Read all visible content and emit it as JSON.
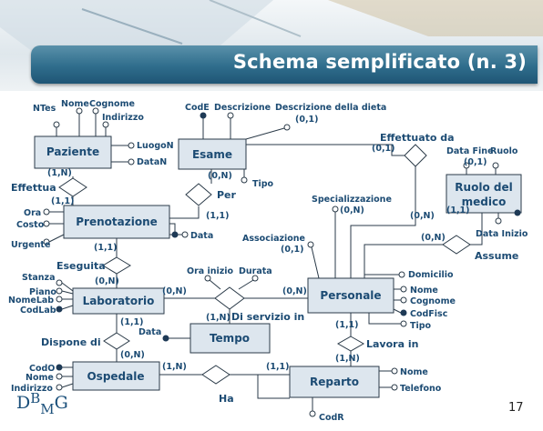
{
  "slide": {
    "title": "Schema semplificato (n. 3)",
    "page_number": "17",
    "logo": {
      "d": "D",
      "b": "B",
      "m": "M",
      "g": "G"
    }
  },
  "diagram": {
    "entities": {
      "paziente": "Paziente",
      "esame": "Esame",
      "ruolo": "Ruolo del medico",
      "prenotazione": "Prenotazione",
      "laboratorio": "Laboratorio",
      "personale": "Personale",
      "tempo": "Tempo",
      "ospedale": "Ospedale",
      "reparto": "Reparto"
    },
    "relationships": {
      "effettua": "Effettua",
      "per": "Per",
      "effettuato_da": "Effettuato da",
      "assume": "Assume",
      "eseguita": "Eseguita",
      "di_servizio_in": "Di servizio in",
      "lavora_in": "Lavora in",
      "dispone_di": "Dispone di",
      "ha": "Ha"
    },
    "attributes": {
      "ntes": "NTes",
      "nome_paz": "Nome",
      "cognome_paz": "Cognome",
      "indirizzo_paz": "Indirizzo",
      "luogon": "LuogoN",
      "datan": "DataN",
      "code": "CodE",
      "descrizione": "Descrizione",
      "descr_dieta": "Descrizione della dieta",
      "descr_dieta_card": "(0,1)",
      "tipo_esame": "Tipo",
      "data_fine": "Data Fine",
      "data_fine_card": "(0,1)",
      "ruolo": "Ruolo",
      "data_inizio": "Data Inizio",
      "ora": "Ora",
      "costo": "Costo",
      "urgente": "Urgente",
      "data_pren": "Data",
      "stanza": "Stanza",
      "piano": "Piano",
      "nomelab": "NomeLab",
      "codlab": "CodLab",
      "ora_inizio": "Ora inizio",
      "durata": "Durata",
      "specializzazione": "Specializzazione",
      "spec_card": "(0,N)",
      "associazione": "Associazione",
      "assoc_card": "(0,1)",
      "domicilio": "Domicilio",
      "nome_pers": "Nome",
      "cognome_pers": "Cognome",
      "codfisc": "CodFisc",
      "tipo_pers": "Tipo",
      "data_tempo": "Data",
      "codo": "CodO",
      "nome_osp": "Nome",
      "indirizzo_osp": "Indirizzo",
      "nome_rep": "Nome",
      "telefono_rep": "Telefono",
      "codr": "CodR"
    },
    "cardinalities": {
      "paz_effettua": "(1,N)",
      "pren_effettua": "(1,1)",
      "esame_per": "(0,N)",
      "pren_per": "(1,1)",
      "esame_effettuato": "(0,1)",
      "pers_effettuato": "(0,N)",
      "ruolo_assume": "(1,1)",
      "pers_assume": "(0,N)",
      "pren_eseguita": "(1,1)",
      "lab_eseguita": "(0,N)",
      "lab_servizio": "(0,N)",
      "pers_servizio": "(0,N)",
      "tempo_servizio": "(1,N)",
      "lab_dispone": "(1,1)",
      "osp_dispone": "(0,N)",
      "pers_lavora": "(1,1)",
      "rep_lavora": "(1,N)",
      "osp_ha": "(1,N)",
      "rep_ha": "(1,1)"
    }
  }
}
